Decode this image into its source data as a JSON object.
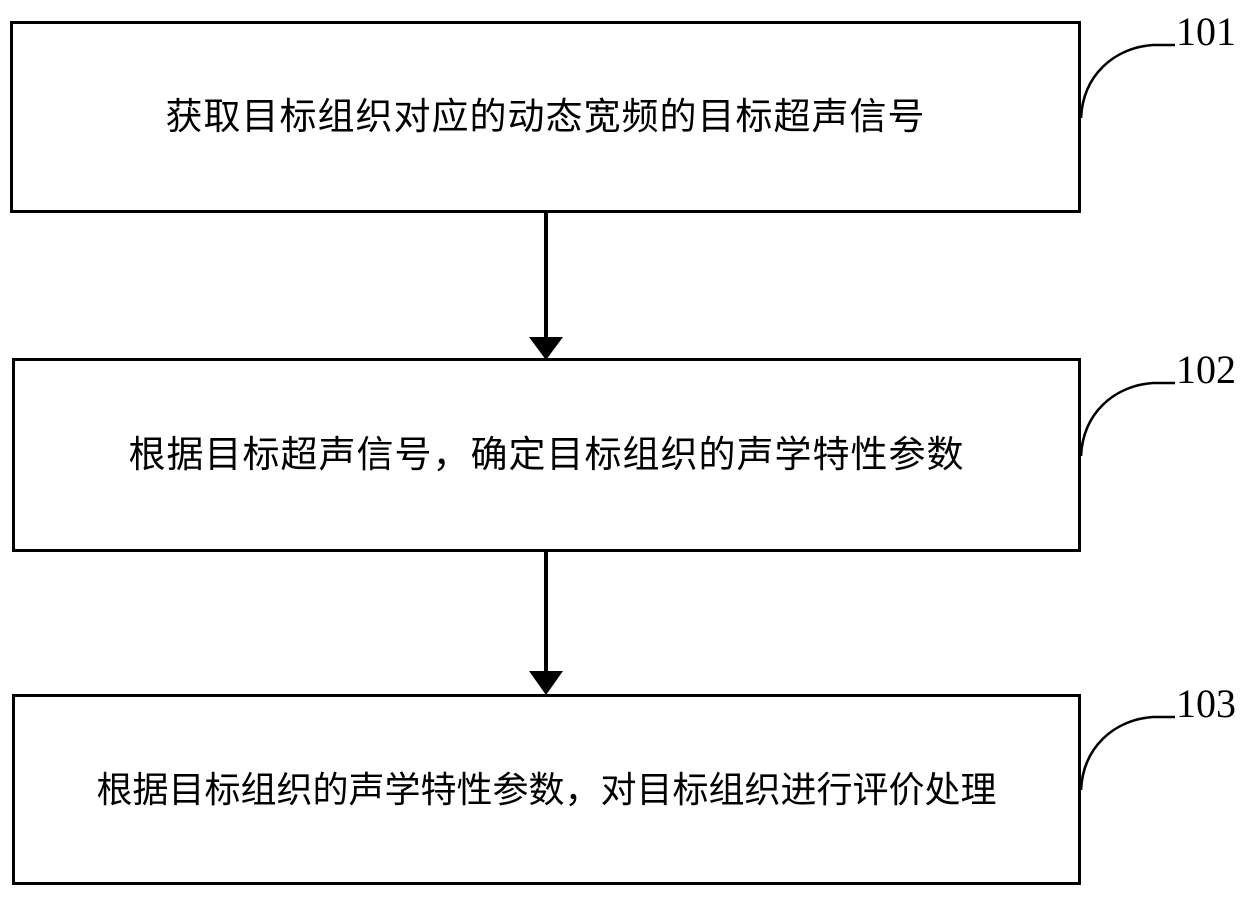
{
  "diagram": {
    "type": "patent-flowchart",
    "orientation": "vertical",
    "background_color": "#ffffff",
    "line_color": "#000000",
    "steps": [
      {
        "ref": "101",
        "text": "获取目标组织对应的动态宽频的目标超声信号"
      },
      {
        "ref": "102",
        "text": "根据目标超声信号，确定目标组织的声学特性参数"
      },
      {
        "ref": "103",
        "text": "根据目标组织的声学特性参数，对目标组织进行评价处理"
      }
    ],
    "connectors": [
      {
        "from": "101",
        "to": "102",
        "style": "solid-arrow-down"
      },
      {
        "from": "102",
        "to": "103",
        "style": "solid-arrow-down"
      }
    ]
  }
}
